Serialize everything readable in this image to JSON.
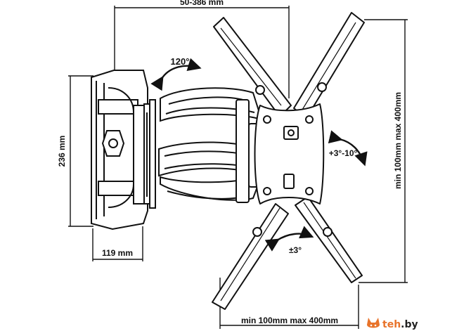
{
  "dimensions": {
    "extension": "50-386 mm",
    "bracket_height": "236 mm",
    "bracket_depth": "119 mm",
    "vesa_vertical": "min 100mm max 400mm",
    "vesa_horizontal": "min 100mm max 400mm"
  },
  "angles": {
    "swivel": "120°",
    "tilt": "+3°-10°",
    "rotation": "±3°"
  },
  "watermark": {
    "brand": "teh",
    "brand_tail": ".by",
    "brand_color": "#e8732a",
    "tail_color": "#222222",
    "icon": "cat-face-icon"
  },
  "colors": {
    "line": "#111111",
    "background": "#ffffff"
  }
}
